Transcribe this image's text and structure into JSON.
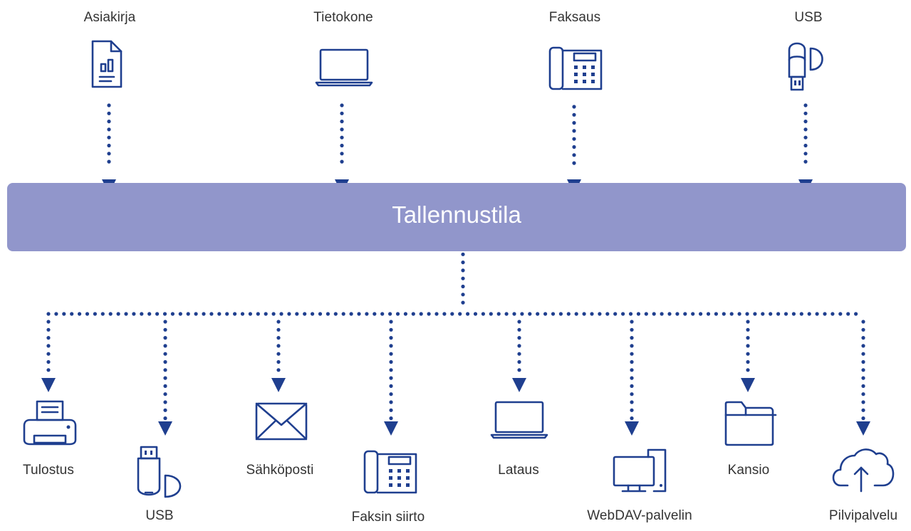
{
  "diagram": {
    "storage_label": "Tallennustila",
    "inputs": [
      {
        "label": "Asiakirja",
        "icon": "document-chart-icon"
      },
      {
        "label": "Tietokone",
        "icon": "laptop-icon"
      },
      {
        "label": "Faksaus",
        "icon": "fax-phone-icon"
      },
      {
        "label": "USB",
        "icon": "usb-drive-icon"
      }
    ],
    "outputs": [
      {
        "label": "Tulostus",
        "icon": "printer-icon"
      },
      {
        "label": "USB",
        "icon": "usb-drive-icon"
      },
      {
        "label": "Sähköposti",
        "icon": "envelope-icon"
      },
      {
        "label": "Faksin siirto",
        "icon": "fax-phone-icon"
      },
      {
        "label": "Lataus",
        "icon": "laptop-icon"
      },
      {
        "label": "WebDAV-palvelin",
        "icon": "desktop-computer-icon"
      },
      {
        "label": "Kansio",
        "icon": "folder-icon"
      },
      {
        "label": "Pilvipalvelu",
        "icon": "cloud-upload-icon"
      }
    ],
    "colors": {
      "accent": "#1f3f8f",
      "storage_fill": "#9196cb",
      "text": "#333333"
    }
  }
}
